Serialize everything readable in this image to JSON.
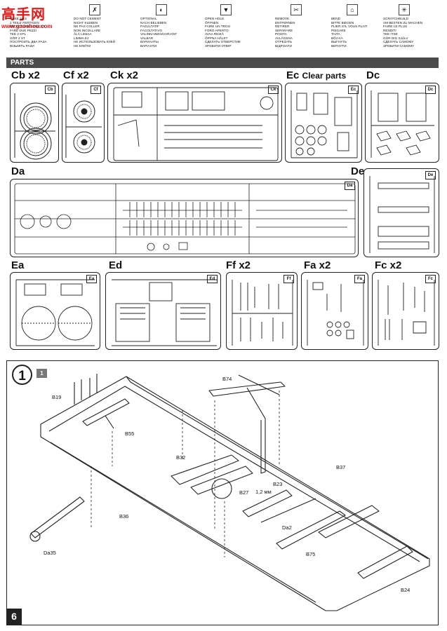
{
  "watermark": {
    "name": "高手网",
    "url": "www.gaoshou.com"
  },
  "legend": [
    {
      "icon": "2×",
      "lines": [
        "МАКЕ 2рсs",
        "2 TEILE FERTIGEN",
        "EFFECTUER 2 PIÈCES",
        "FARE DUE PEZZI",
        "TEE 2 KPL",
        "GÖR 2 ST",
        "ПОСТРОИТЬ ДВА РАЗА",
        "ВІЗЬМІТЬ РАЗИ"
      ]
    },
    {
      "icon": "✗",
      "lines": [
        "DO NOT CEMENT",
        "NICHT KLEBEN",
        "NE PAS COLLER",
        "NON INCOLLARE",
        "ÄLÄ LIIMAA",
        "LIMMA EJ",
        "НЕ ИСПОЛЬЗОВАТЬ КЛЕЙ",
        "НЕ КЛЕЇТИ"
      ]
    },
    {
      "icon": "◐",
      "lines": [
        "OPTIONAL",
        "NACH BELIEBEN",
        "FACULTATIF",
        "FACOLTATIVO",
        "VALINNAINEN/VARIANT",
        "VALBAR",
        "ВАРИАНТЫ",
        "ВАРІАНТИ"
      ]
    },
    {
      "icon": "▼",
      "lines": [
        "OPEN HOLE",
        "ÖFFNEN",
        "FAIRE UN TROU",
        "FORO APERTO",
        "AVAA REIKÄ",
        "ÖPPNA HÅLET",
        "СДЕЛАТЬ ОТВЕРСТИЕ",
        "ЗРОБИТИ ОТВІР"
      ]
    },
    {
      "icon": "✂",
      "lines": [
        "REMOVE",
        "ENTFERNEN",
        "RETIRER",
        "SEPARARE",
        "POISTA",
        "AVLÄGSNA",
        "ОТРЕЗАТЬ",
        "ВІДРІЗАТИ"
      ]
    },
    {
      "icon": "⌂",
      "lines": [
        "BEND",
        "BITTE BIEGEN",
        "PLIER S'IL VOUS PLAIT",
        "PIEGARE",
        "TAITA",
        "BÖJ KA",
        "ВЫГНУТЬ",
        "ВИГНУТИ"
      ]
    },
    {
      "icon": "✳",
      "lines": [
        "SCRATCHBUILD",
        "AM BESTEN ZU MACHEN",
        "FAIRE LE PLUS",
        "RENDITI",
        "TEE ITSE",
        "GÖR DIG SJÄLV",
        "СДЕЛАТЬ САМОМУ",
        "ЗРОБИТИ САМОМУ"
      ]
    }
  ],
  "parts_header": "PARTS",
  "sprues": [
    {
      "id": "Cb",
      "label": "Cb x2",
      "sub": "",
      "tag": "Cb"
    },
    {
      "id": "Cf",
      "label": "Cf x2",
      "sub": "",
      "tag": "Cf"
    },
    {
      "id": "Ck",
      "label": "Ck x2",
      "sub": "",
      "tag": "Ck"
    },
    {
      "id": "Ec",
      "label": "Ec",
      "sub": "Clear parts",
      "tag": "Ec"
    },
    {
      "id": "Dc",
      "label": "Dc",
      "sub": "",
      "tag": "Dc"
    },
    {
      "id": "Da",
      "label": "Da",
      "sub": "",
      "tag": "Da"
    },
    {
      "id": "De",
      "label": "De",
      "sub": "",
      "tag": "De"
    },
    {
      "id": "Ea",
      "label": "Ea",
      "sub": "",
      "tag": "Ea"
    },
    {
      "id": "Ed",
      "label": "Ed",
      "sub": "",
      "tag": "Ed"
    },
    {
      "id": "Ff",
      "label": "Ff x2",
      "sub": "",
      "tag": "Ff"
    },
    {
      "id": "Fa",
      "label": "Fa x2",
      "sub": "",
      "tag": "Fa"
    },
    {
      "id": "Fc",
      "label": "Fc x2",
      "sub": "",
      "tag": "Fc"
    }
  ],
  "step": {
    "number": "1",
    "badge": "1",
    "callouts": {
      "b74": "B74",
      "b19": "B19",
      "b55": "B55",
      "b32": "B32",
      "b37": "B37",
      "b27": "B27",
      "hole_size": "1,2 мм",
      "b23": "B23",
      "b36": "B36",
      "da2": "Da2",
      "b75": "B75",
      "da35": "Da35",
      "b24": "B24"
    }
  },
  "page_number": "6"
}
